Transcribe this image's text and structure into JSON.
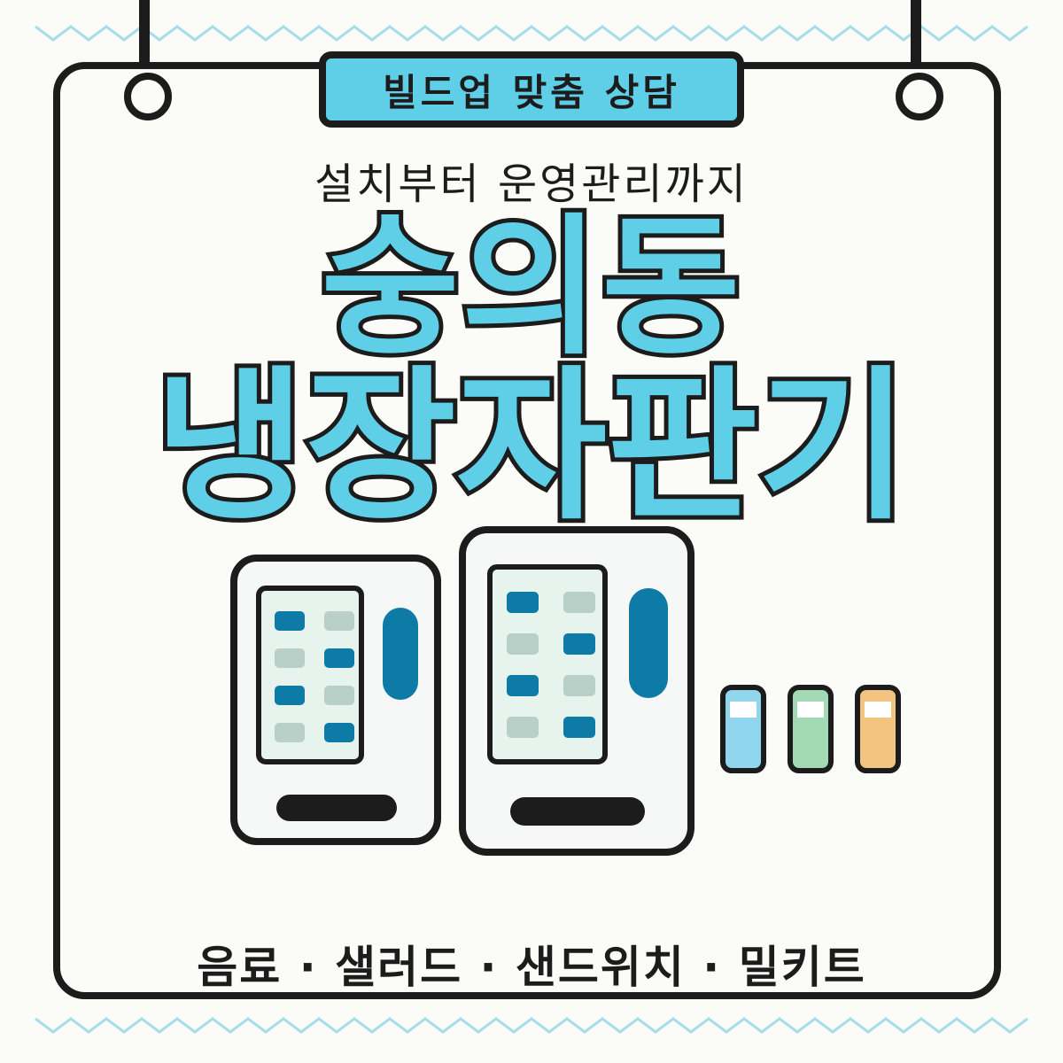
{
  "badge": {
    "label": "빌드업 맞춤 상담"
  },
  "subtitle": "설치부터 운영관리까지",
  "headline": {
    "line1": "숭의동",
    "line2": "냉장자판기"
  },
  "footer": "음료 · 샐러드 · 샌드위치 · 밀키트",
  "colors": {
    "accent": "#5fcfe8",
    "outline": "#1c1c1c",
    "zigzag": "#a8dcea",
    "button_dark": "#0e7ba6",
    "button_light": "#b8d0c8",
    "bottle_blue": "#8fd6ee",
    "bottle_green": "#a3d9b4",
    "bottle_orange": "#f2c47f"
  },
  "icons": [
    "vending-machine-small-icon",
    "vending-machine-large-icon",
    "bottle-blue-icon",
    "bottle-green-icon",
    "bottle-orange-icon"
  ]
}
